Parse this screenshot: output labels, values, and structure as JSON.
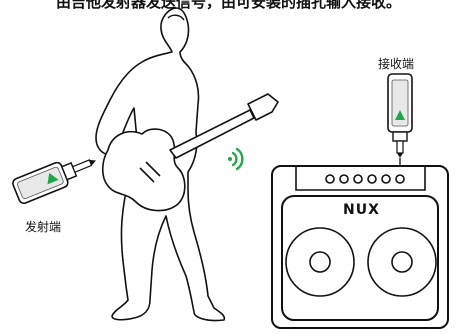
{
  "caption": "由吉他发射器发送信号，由可安装的插孔输入接收。",
  "transmitter": {
    "label": "发射端"
  },
  "receiver": {
    "label": "接收端"
  },
  "amp": {
    "brand": "NUX",
    "knob_count": 6
  },
  "colors": {
    "led_green": "#22a64b",
    "line": "#111111"
  },
  "icons": {
    "wireless": "wireless-signal-icon"
  }
}
